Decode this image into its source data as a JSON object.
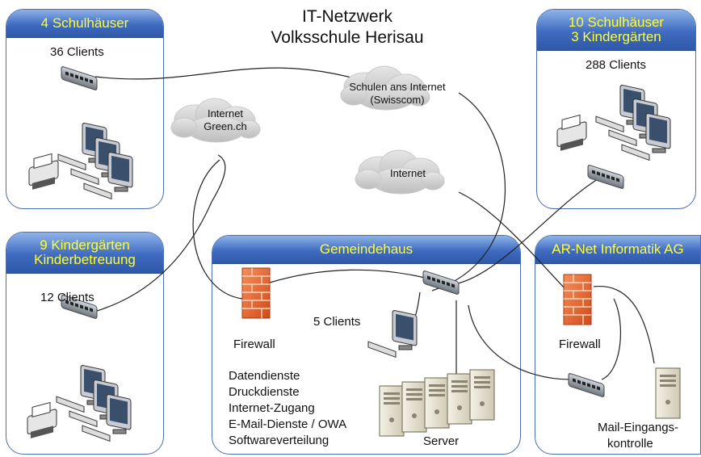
{
  "title": {
    "line1": "IT-Netzwerk",
    "line2": "Volksschule Herisau"
  },
  "groups": {
    "schulhaeuser4": {
      "header": "4 Schulhäuser",
      "clients": "36 Clients"
    },
    "schulhaeuser10": {
      "header_line1": "10 Schulhäuser",
      "header_line2": "3 Kindergärten",
      "clients": "288 Clients"
    },
    "kindergaerten": {
      "header_line1": "9 Kindergärten",
      "header_line2": "Kinderbetreuung",
      "clients": "12 Clients"
    },
    "gemeindehaus": {
      "header": "Gemeindehaus",
      "firewall": "Firewall",
      "clients": "5 Clients",
      "server": "Server",
      "services": [
        "Datendienste",
        "Druckdienste",
        "Internet-Zugang",
        "E-Mail-Dienste / OWA",
        "Softwareverteilung"
      ]
    },
    "arnet": {
      "header": "AR-Net Informatik AG",
      "firewall": "Firewall",
      "mail_line1": "Mail-Eingangs-",
      "mail_line2": "kontrolle"
    }
  },
  "clouds": {
    "green": {
      "line1": "Internet",
      "line2": "Green.ch"
    },
    "swisscom": {
      "line1": "Schulen ans Internet",
      "line2": "(Swisscom)"
    },
    "internet": {
      "label": "Internet"
    }
  },
  "colors": {
    "header_top": "#8fb3e8",
    "header_bottom": "#2f58a8",
    "header_text": "#ffff33",
    "border": "#4a6fb0",
    "firewall": "#e8622a"
  }
}
